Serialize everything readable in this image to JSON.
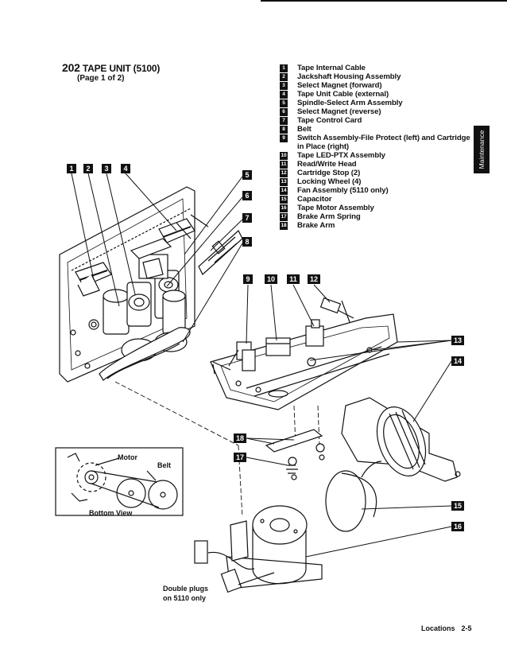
{
  "header": {
    "section_number": "202",
    "section_title": "TAPE UNIT (5100)",
    "page_info": "(Page 1 of 2)"
  },
  "legend": [
    {
      "num": "1",
      "text": "Tape Internal Cable"
    },
    {
      "num": "2",
      "text": "Jackshaft Housing Assembly"
    },
    {
      "num": "3",
      "text": "Select Magnet (forward)"
    },
    {
      "num": "4",
      "text": "Tape Unit Cable (external)"
    },
    {
      "num": "5",
      "text": "Spindle-Select Arm Assembly"
    },
    {
      "num": "6",
      "text": "Select Magnet (reverse)"
    },
    {
      "num": "7",
      "text": "Tape Control Card"
    },
    {
      "num": "8",
      "text": "Belt"
    },
    {
      "num": "9",
      "text": "Switch Assembly-File Protect (left) and Cartridge in Place (right)"
    },
    {
      "num": "10",
      "text": "Tape LED-PTX Assembly"
    },
    {
      "num": "11",
      "text": "Read/Write Head"
    },
    {
      "num": "12",
      "text": "Cartridge Stop (2)"
    },
    {
      "num": "13",
      "text": "Locking Wheel (4)"
    },
    {
      "num": "14",
      "text": "Fan Assembly (5110 only)"
    },
    {
      "num": "15",
      "text": "Capacitor"
    },
    {
      "num": "16",
      "text": "Tape Motor Assembly"
    },
    {
      "num": "17",
      "text": "Brake Arm Spring"
    },
    {
      "num": "18",
      "text": "Brake Arm"
    }
  ],
  "side_tab": {
    "label": "Maintenance"
  },
  "callouts": {
    "c1": "1",
    "c2": "2",
    "c3": "3",
    "c4": "4",
    "c5": "5",
    "c6": "6",
    "c7": "7",
    "c8": "8",
    "c9": "9",
    "c10": "10",
    "c11": "11",
    "c12": "12",
    "c13": "13",
    "c14": "14",
    "c15": "15",
    "c16": "16",
    "c17": "17",
    "c18": "18"
  },
  "inset": {
    "motor_label": "Motor",
    "belt_label": "Belt",
    "caption": "Bottom View"
  },
  "note": {
    "line1": "Double plugs",
    "line2": "on 5110 only"
  },
  "footer": {
    "section": "Locations",
    "page": "2-5"
  }
}
